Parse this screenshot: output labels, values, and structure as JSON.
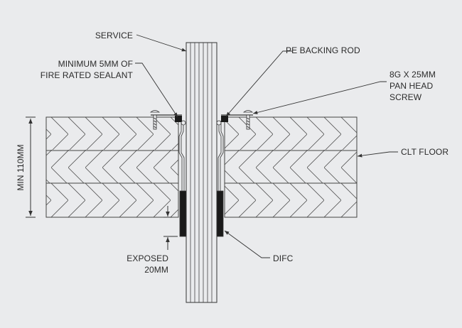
{
  "diagram": {
    "labels": {
      "service": "SERVICE",
      "pe_backing_rod": "PE BACKING ROD",
      "sealant_line1": "MINIMUM 5MM OF",
      "sealant_line2": "FIRE RATED SEALANT",
      "screw_line1": "8G X 25MM",
      "screw_line2": "PAN HEAD",
      "screw_line3": "SCREW",
      "clt_floor": "CLT FLOOR",
      "min_thickness": "MIN 110MM",
      "exposed_line1": "EXPOSED",
      "exposed_line2": "20MM",
      "difc": "DIFC"
    },
    "colors": {
      "background": "#eaebed",
      "line": "#333333",
      "hatch": "#555555",
      "fill_dark": "#1a1a1a"
    }
  }
}
